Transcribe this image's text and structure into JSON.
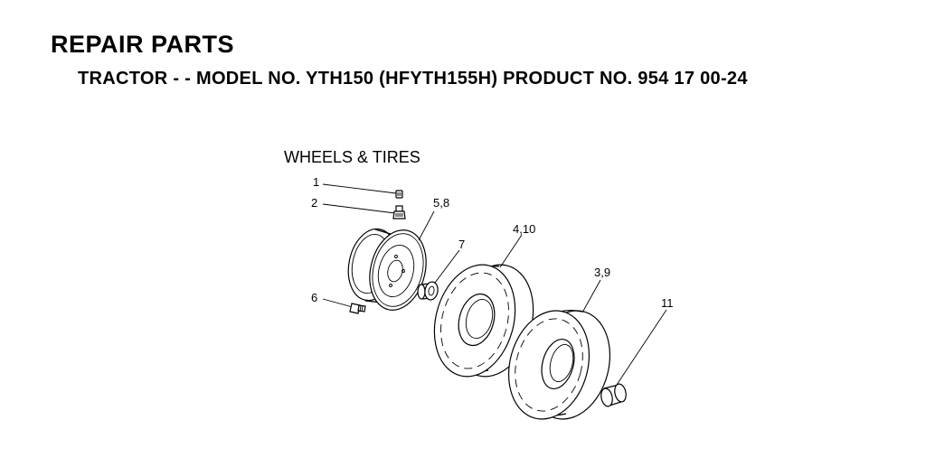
{
  "header": {
    "title": "REPAIR PARTS",
    "subtitle": "TRACTOR - - MODEL NO. YTH150 (HFYTH155H) PRODUCT NO. 954 17 00-24"
  },
  "diagram": {
    "section_title": "WHEELS & TIRES",
    "callouts": {
      "valve_cap": "1",
      "valve_stem": "2",
      "rim": "5,8",
      "bearing": "7",
      "lug_bolt": "6",
      "tire_outer": "4,10",
      "tire_inner": "3,9",
      "cap": "11"
    }
  }
}
